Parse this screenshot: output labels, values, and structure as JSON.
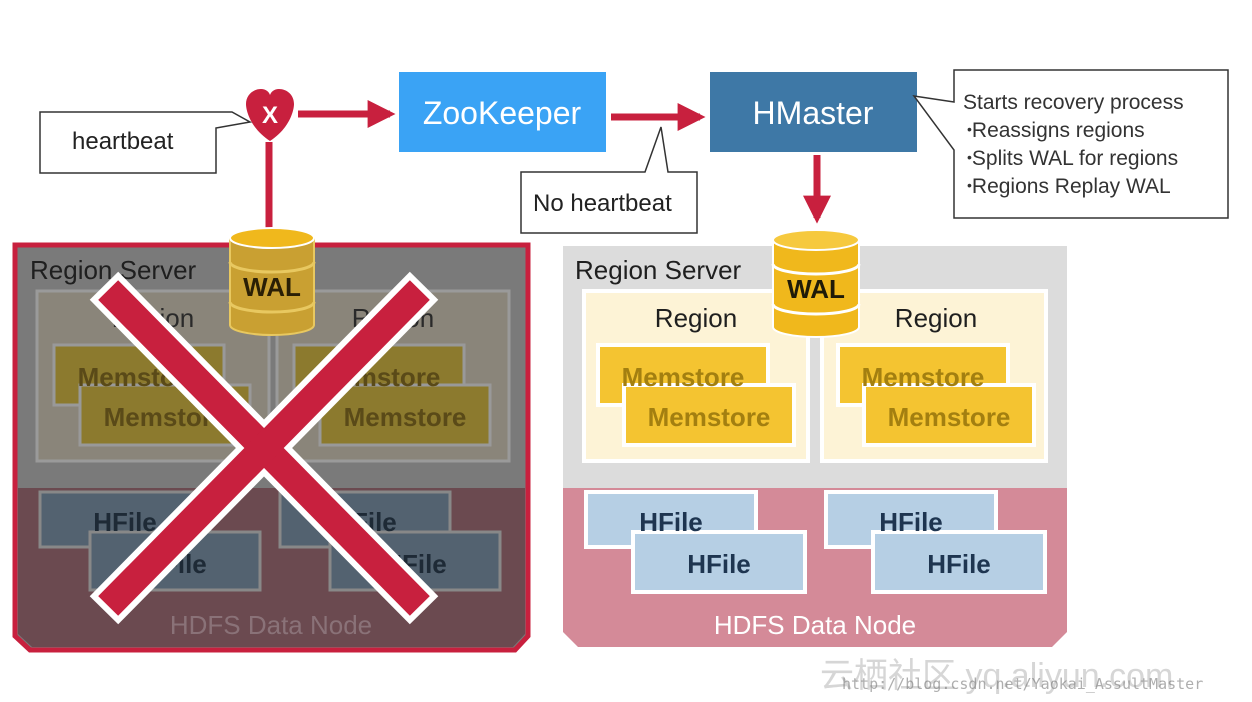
{
  "colors": {
    "accent_red": "#c8203e",
    "zookeeper_blue": "#3aa3f5",
    "hmaster_blue": "#3e78a6",
    "region_server_gray": "#dcdcdc",
    "region_cream": "#fdf3d6",
    "memstore_yellow": "#f4c431",
    "hfile_blue": "#b6cfe4",
    "hdfs_pink": "#d48a98",
    "wal_gold": "#f0b81c"
  },
  "icons": {
    "failed_heartbeat": "broken-heart-x-icon",
    "cross": "red-x-cross-icon",
    "wal": "database-cylinder-icon"
  },
  "zookeeper_label": "ZooKeeper",
  "hmaster_label": "HMaster",
  "heartbeat_callout": "heartbeat",
  "heart_mark": "X",
  "no_heartbeat_callout": "No heartbeat",
  "recovery_box": {
    "title": "Starts recovery process",
    "items": [
      "Reassigns regions",
      "Splits WAL for regions",
      "Regions Replay WAL"
    ]
  },
  "failed_server": {
    "title": "Region Server",
    "wal": "WAL",
    "regions": [
      "Region",
      "Region"
    ],
    "memstores": [
      "Memstore",
      "Memstore",
      "Memstore",
      "Memstore"
    ],
    "hfiles": [
      "HFile",
      "HFile",
      "HFile",
      "HFile"
    ],
    "hdfs_label": "HDFS Data Node"
  },
  "active_server": {
    "title": "Region Server",
    "wal": "WAL",
    "regions": [
      "Region",
      "Region"
    ],
    "memstores": [
      "Memstore",
      "Memstore",
      "Memstore",
      "Memstore"
    ],
    "hfiles": [
      "HFile",
      "HFile",
      "HFile",
      "HFile"
    ],
    "hdfs_label": "HDFS Data Node"
  },
  "watermark": {
    "brand": "云栖社区 yq.aliyun.com",
    "url": "http://blog.csdn.net/Yaokai_AssultMaster"
  }
}
